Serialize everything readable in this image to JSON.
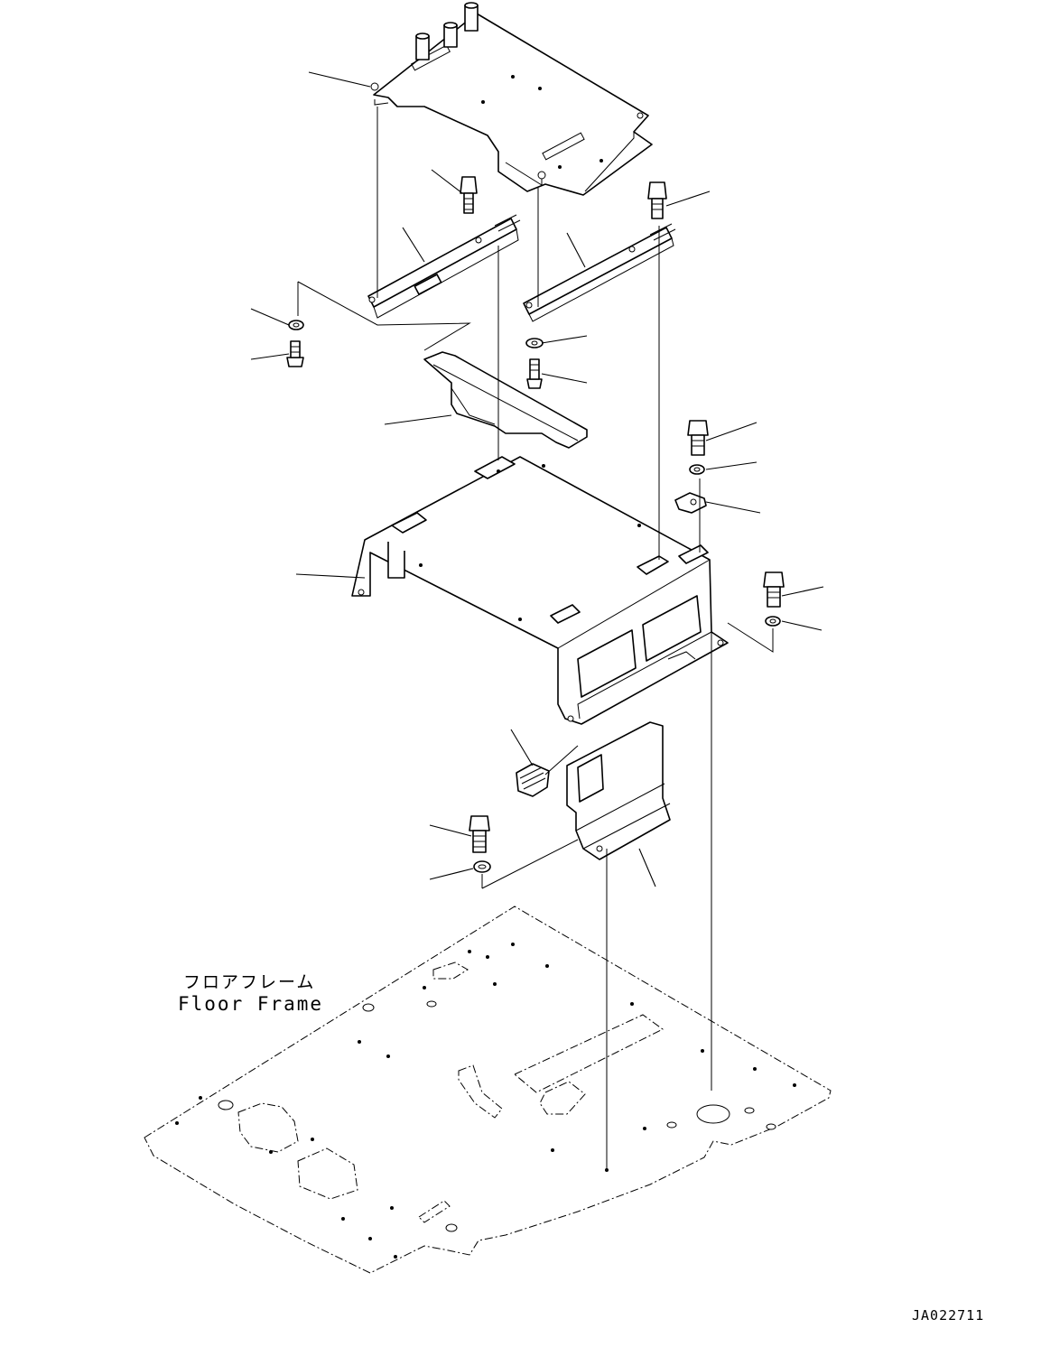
{
  "diagram": {
    "floor_label_jp": "フロアフレーム",
    "floor_label_en": "Floor Frame",
    "drawing_id": "JA022711"
  },
  "parts": [
    "seat-plate",
    "left-slide-rail",
    "right-slide-rail",
    "bolt",
    "washer",
    "lever-bar",
    "seat-stand",
    "bracket",
    "connector",
    "cover",
    "floor-frame"
  ]
}
